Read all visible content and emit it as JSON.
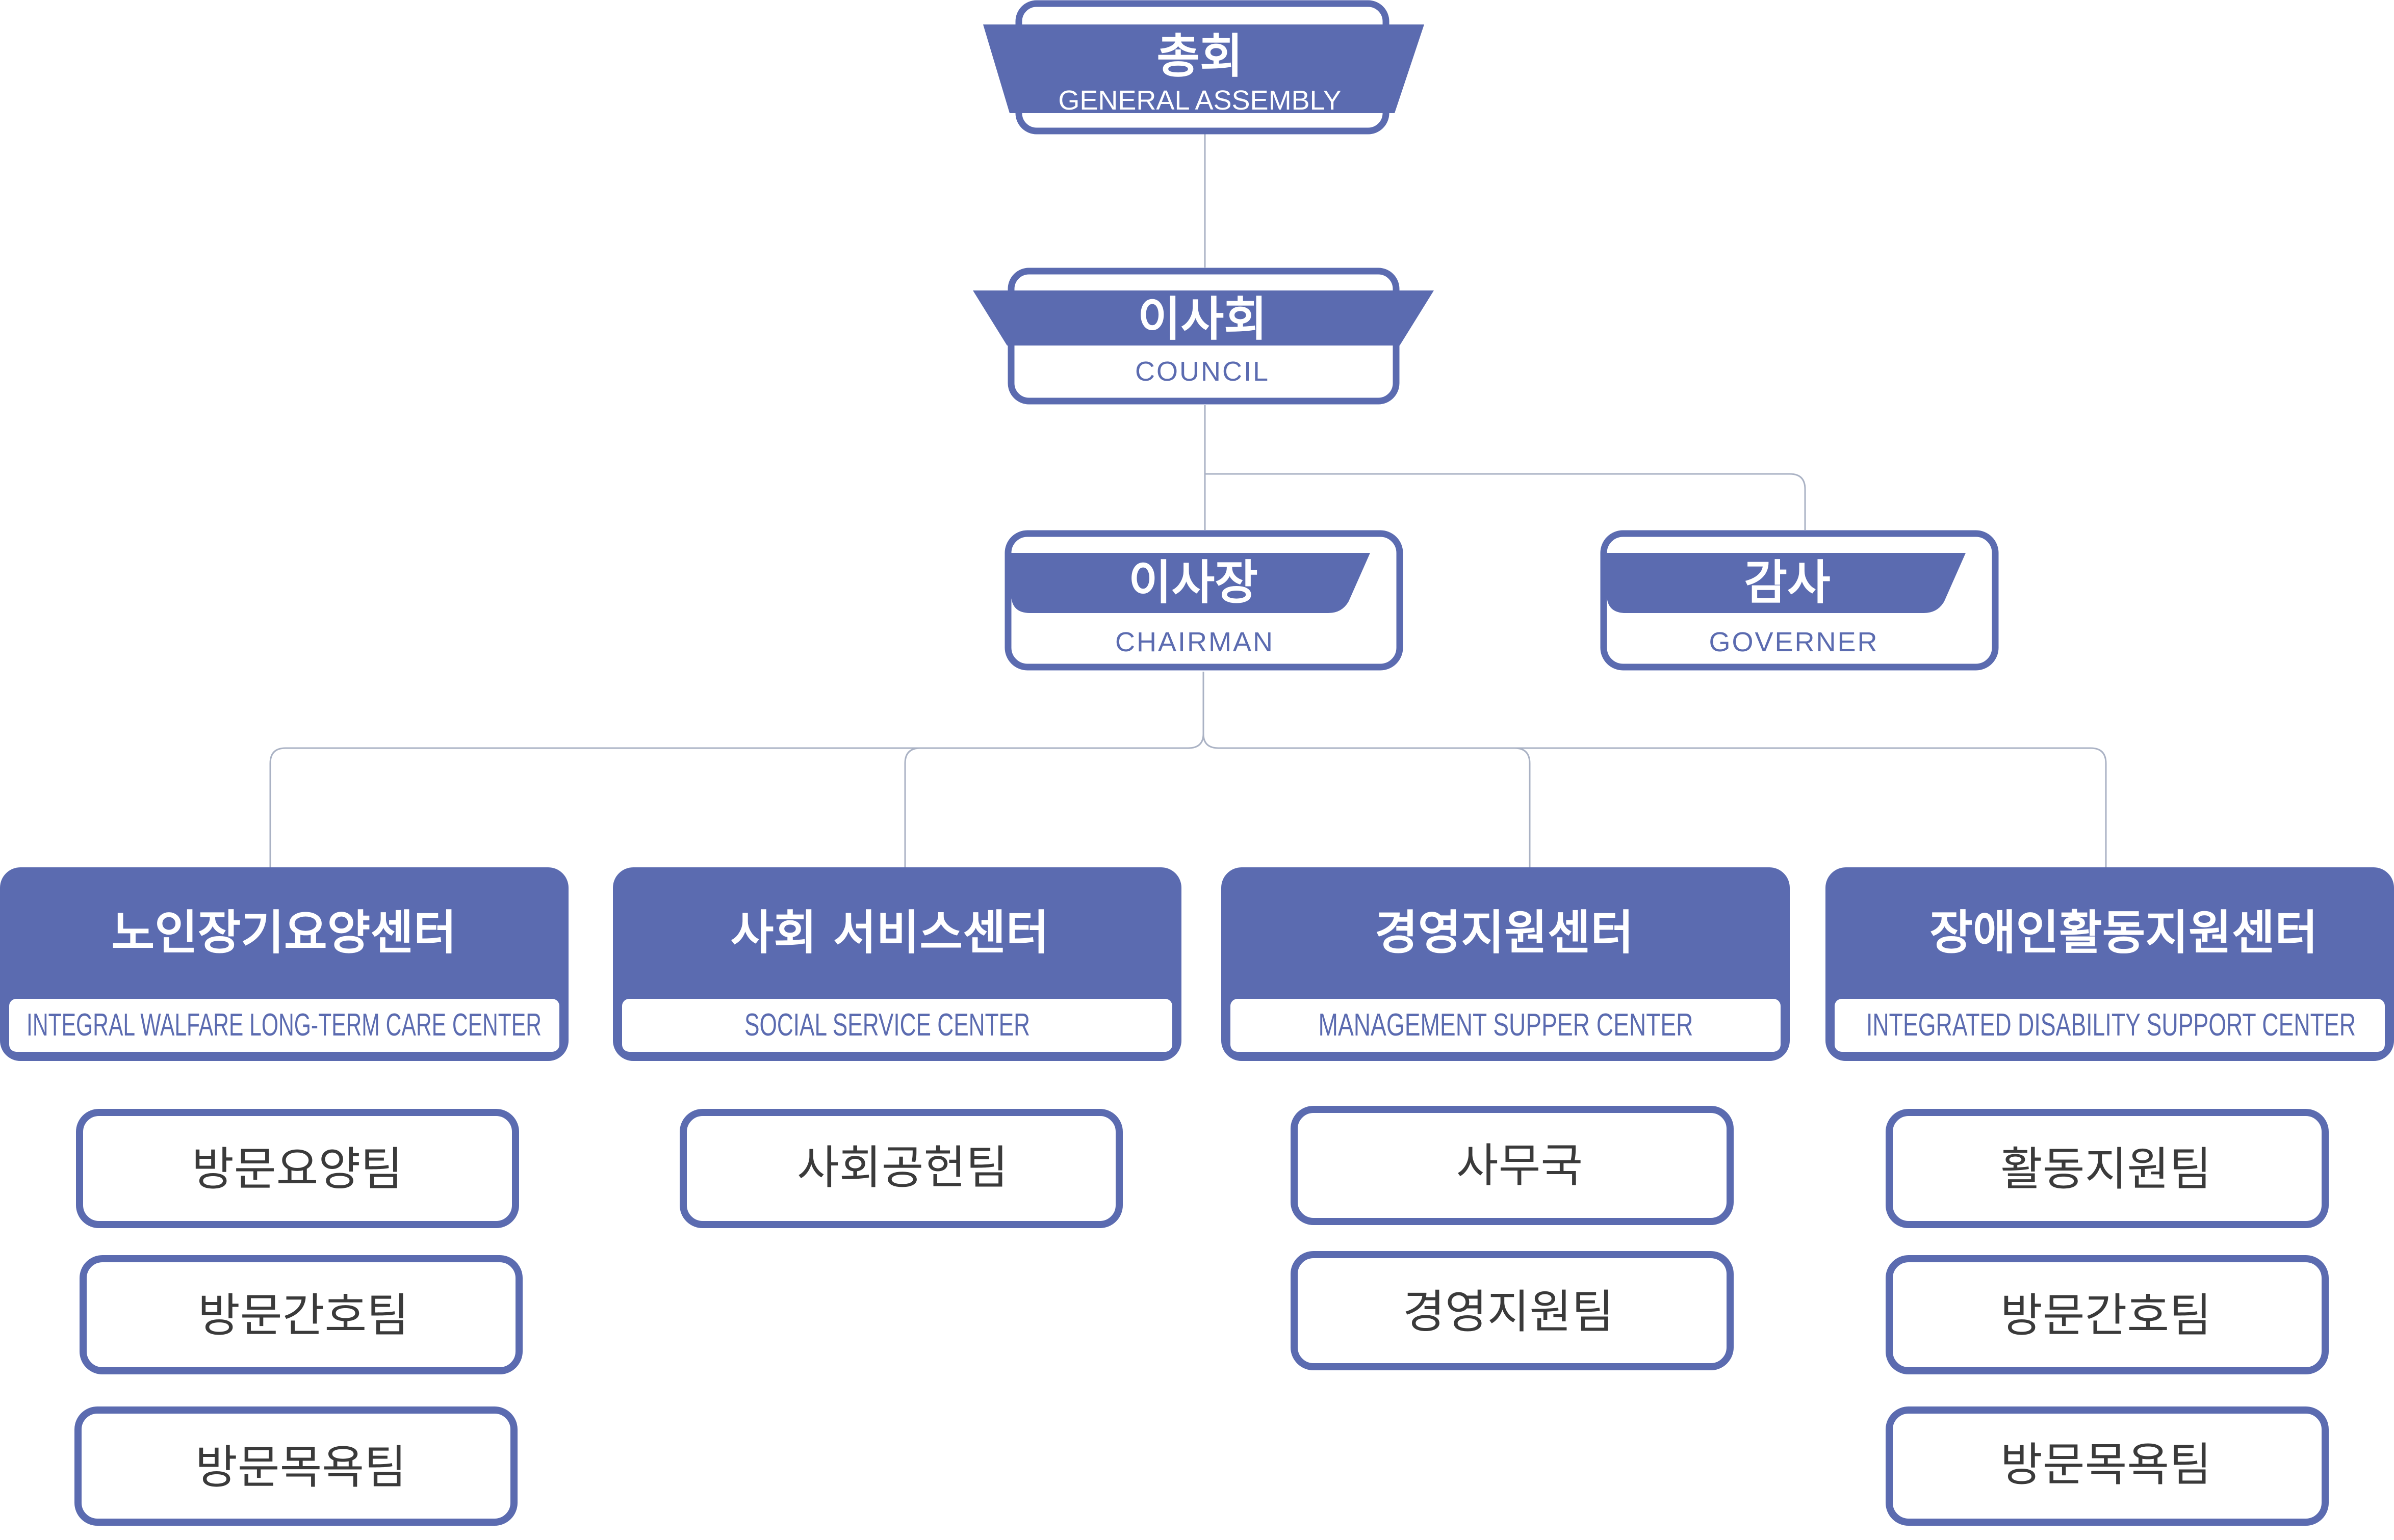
{
  "colors": {
    "accent": "#5b6bb0",
    "border": "#5b6bb0",
    "connector": "#aab2c4",
    "white": "#ffffff",
    "team_text": "#3a3a3a"
  },
  "top": {
    "general_assembly": {
      "ko": "총회",
      "en": "GENERAL ASSEMBLY"
    },
    "council": {
      "ko": "이사회",
      "en": "COUNCIL"
    },
    "chairman": {
      "ko": "이사장",
      "en": "CHAIRMAN"
    },
    "governor": {
      "ko": "감사",
      "en": "GOVERNER"
    }
  },
  "centers": [
    {
      "ko": "노인장기요양센터",
      "en": "INTEGRAL WALFARE LONG-TERM CARE CENTER",
      "teams": [
        "방문요양팀",
        "방문간호팀",
        "방문목욕팀"
      ]
    },
    {
      "ko": "사회 서비스센터",
      "en": "SOCIAL SERVICE CENTER",
      "teams": [
        "사회공헌팀"
      ]
    },
    {
      "ko": "경영지원센터",
      "en": "MANAGEMENT SUPPER CENTER",
      "teams": [
        "사무국",
        "경영지원팀"
      ]
    },
    {
      "ko": "장애인활동지원센터",
      "en": "INTEGRATED DISABILITY SUPPORT CENTER",
      "teams": [
        "활동지원팀",
        "방문간호팀",
        "방문목욕팀"
      ]
    }
  ]
}
